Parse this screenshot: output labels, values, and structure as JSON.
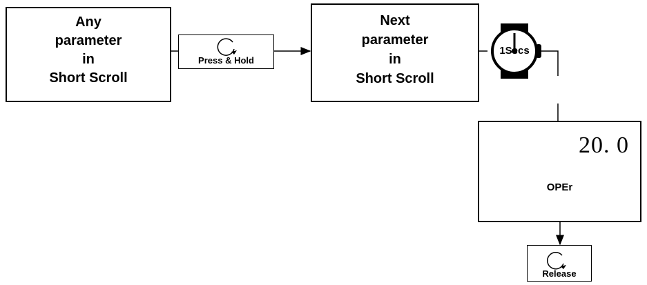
{
  "flow": {
    "box1": {
      "line1": "Any",
      "line2": "parameter",
      "line3": "in",
      "line4": "Short Scroll"
    },
    "press_hold_label": "Press & Hold",
    "box2": {
      "line1": "Next",
      "line2": "parameter",
      "line3": "in",
      "line4": "Short Scroll"
    },
    "timer_label": "1Secs",
    "display": {
      "value": "20. 0",
      "label": "OPEr"
    },
    "release_label": "Release"
  }
}
